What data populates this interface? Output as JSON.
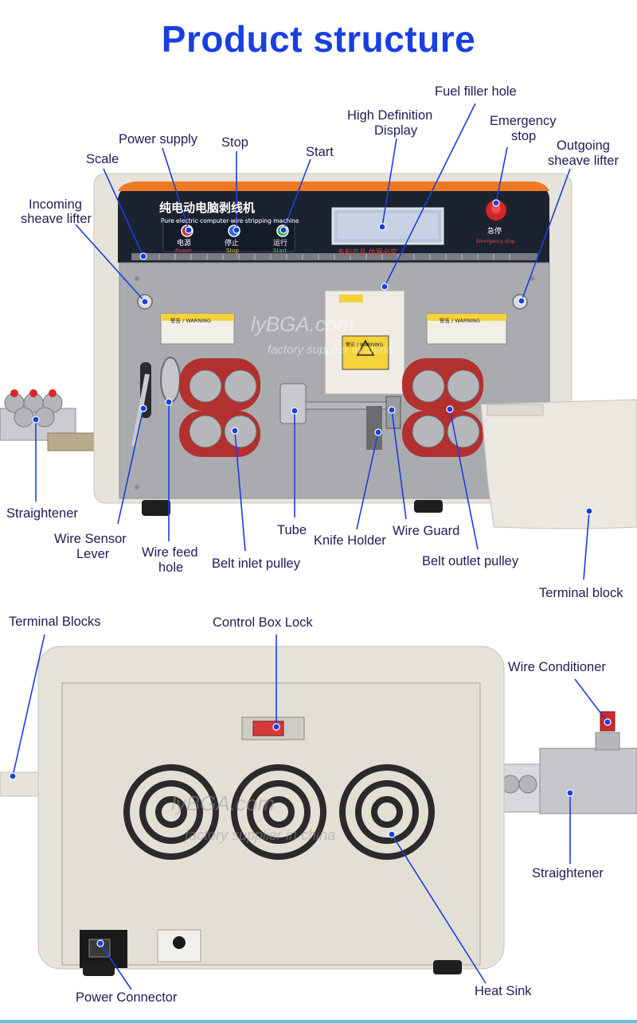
{
  "title": "Product structure",
  "front_labels": {
    "fuel_filler_hole": "Fuel filler hole",
    "hd_display_line1": "High Definition",
    "hd_display_line2": "Display",
    "emergency_stop_line1": "Emergency",
    "emergency_stop_line2": "stop",
    "power_supply": "Power supply",
    "stop": "Stop",
    "start": "Start",
    "outgoing_lifter_line1": "Outgoing",
    "outgoing_lifter_line2": "sheave lifter",
    "scale": "Scale",
    "incoming_lifter_line1": "Incoming",
    "incoming_lifter_line2": "sheave lifter",
    "straightener": "Straightener",
    "wire_sensor_line1": "Wire Sensor",
    "wire_sensor_line2": "Lever",
    "wire_feed_line1": "Wire feed",
    "wire_feed_line2": "hole",
    "tube": "Tube",
    "knife_holder": "Knife Holder",
    "wire_guard": "Wire Guard",
    "belt_inlet": "Belt inlet pulley",
    "belt_outlet": "Belt outlet pulley",
    "terminal_block": "Terminal block"
  },
  "machine_panel": {
    "name_cn": "纯电动电脑剥线机",
    "name_en": "Pure electric computer wire stripping machine",
    "power_cn": "电源",
    "power_en": "Power",
    "stop_cn": "停止",
    "stop_en": "Stop",
    "start_cn": "运行",
    "start_en": "Start",
    "patent_cn": "专利产品 仿冒必究",
    "estop_cn": "急停",
    "estop_en": "Emergency stop",
    "warning": "警告 / WARNING"
  },
  "watermark_front": "lyBGA.com",
  "watermark_front_sub": "factory supplier in china",
  "back_labels": {
    "terminal_blocks": "Terminal Blocks",
    "control_box_lock": "Control Box Lock",
    "wire_conditioner": "Wire Conditioner",
    "straightener": "Straightener",
    "power_connector": "Power Connector",
    "heat_sink": "Heat Sink"
  },
  "watermark_back": "lyBGA.com",
  "watermark_back_sub": "factory supplier in china",
  "colors": {
    "accent": "#1a3fe0",
    "machine_body": "#e6e3da",
    "panel_dark": "#1c2230",
    "belt_red": "#b3302e",
    "steel": "#b5b7bb",
    "orange_stripe": "#f07a22",
    "warning_yellow": "#f3d23a"
  }
}
